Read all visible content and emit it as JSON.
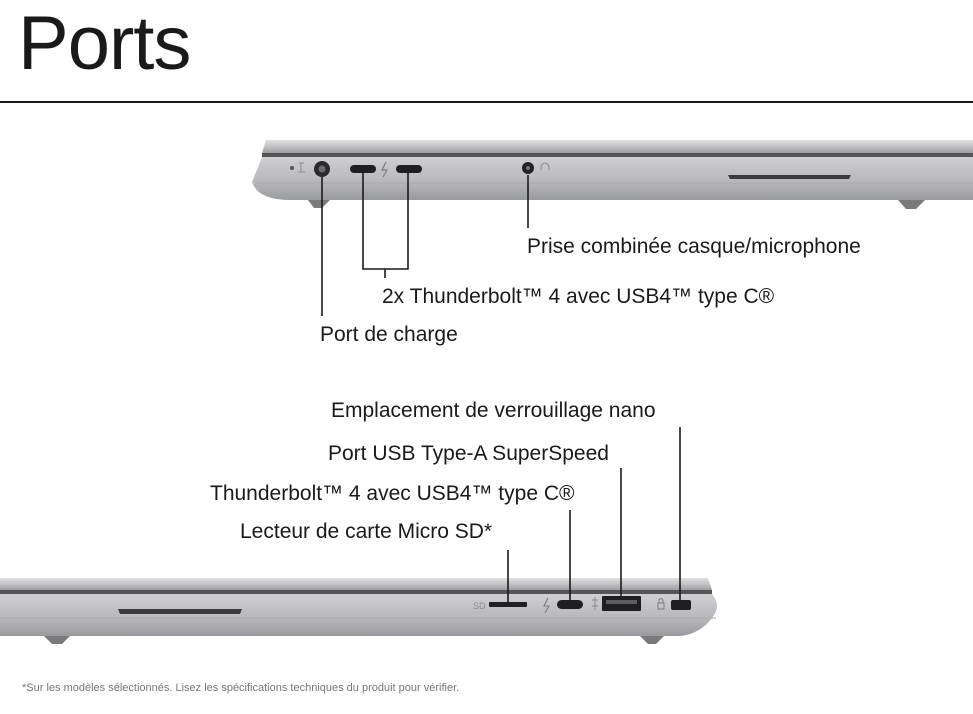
{
  "title": "Ports",
  "labels": {
    "headset_combo": "Prise combinée casque/microphone",
    "thunderbolt_2x": "2x Thunderbolt™ 4 avec USB4™ type C®",
    "charge_port": "Port de charge",
    "nano_lock": "Emplacement de verrouillage nano",
    "usb_a": "Port USB Type-A SuperSpeed",
    "thunderbolt_1x": "Thunderbolt™ 4 avec USB4™ type C®",
    "micro_sd": "Lecteur de carte Micro SD*"
  },
  "port_glyphs": {
    "sd_mark": "SD"
  },
  "footnote": "*Sur les modèles sélectionnés. Lisez les spécifications techniques du produit pour vérifier.",
  "colors": {
    "chassis": "#b9b9bb",
    "chassis_light": "#d4d4d6",
    "chassis_dark": "#8d8d90",
    "port": "#1f1f21",
    "text": "#1a1a1a",
    "footnote": "#777777"
  }
}
